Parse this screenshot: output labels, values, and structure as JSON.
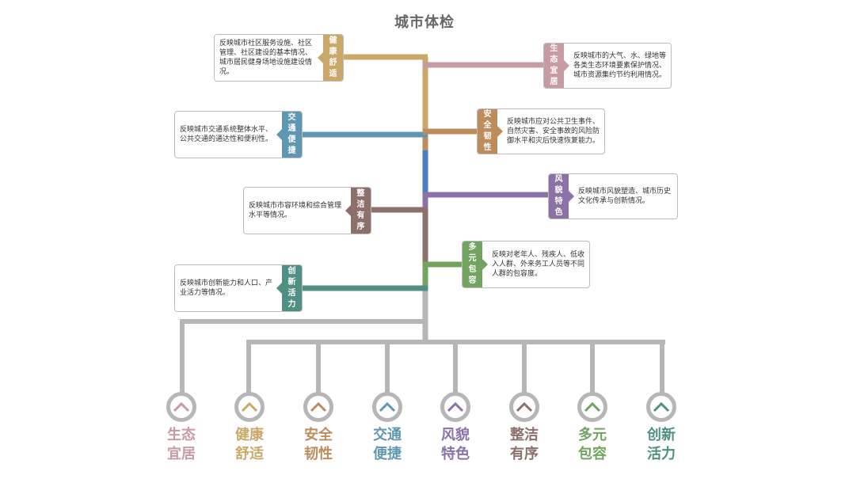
{
  "title": "城市体检",
  "colors": {
    "health": "#c9a86a",
    "ecology": "#c89aa2",
    "safety": "#bd8c5d",
    "transport": "#5f97b3",
    "landscape": "#8b71a5",
    "order": "#8d706a",
    "inclusive": "#72a460",
    "innovation": "#4f8f84",
    "trunk_blue": "#4a7cc5",
    "gray": "#b6b6b6"
  },
  "cards": {
    "health": {
      "tag": "健康舒适",
      "desc": "反映城市社区服务设施、社区管理、社区建设的基本情况、城市居民健身场地设施建设情况。"
    },
    "ecology": {
      "tag": "生态宜居",
      "desc": "反映城市的大气、水、绿地等各类生态环境要素保护情况、城市资源集约节约利用情况。"
    },
    "safety": {
      "tag": "安全韧性",
      "desc": "反映城市应对公共卫生事件、自然灾害、安全事故的风险防御水平和灾后快速恢复能力。"
    },
    "transport": {
      "tag": "交通便捷",
      "desc": "反映城市交通系统整体水平、公共交通的通达性和便利性。"
    },
    "landscape": {
      "tag": "风貌特色",
      "desc": "反映城市风貌塑造、城市历史文化传承与创新情况。"
    },
    "order": {
      "tag": "整洁有序",
      "desc": "反映城市市容环境和综合管理水平等情况。"
    },
    "inclusive": {
      "tag": "多元包容",
      "desc": "反映对老年人、残疾人、低收入人群、外来务工人员等不同人群的包容度。"
    },
    "innovation": {
      "tag": "创新活力",
      "desc": "反映城市创新能力和人口、产业活力等情况。"
    }
  },
  "bottom": [
    {
      "line1": "生态",
      "line2": "宜居",
      "color": "#c89aa2",
      "icon": "chevron-up-icon"
    },
    {
      "line1": "健康",
      "line2": "舒适",
      "color": "#c9a86a",
      "icon": "chevron-up-icon"
    },
    {
      "line1": "安全",
      "line2": "韧性",
      "color": "#bd8c5d",
      "icon": "chevron-up-icon"
    },
    {
      "line1": "交通",
      "line2": "便捷",
      "color": "#5f97b3",
      "icon": "chevron-up-icon"
    },
    {
      "line1": "风貌",
      "line2": "特色",
      "color": "#8b71a5",
      "icon": "chevron-up-icon"
    },
    {
      "line1": "整洁",
      "line2": "有序",
      "color": "#8d706a",
      "icon": "chevron-up-icon"
    },
    {
      "line1": "多元",
      "line2": "包容",
      "color": "#72a460",
      "icon": "chevron-up-icon"
    },
    {
      "line1": "创新",
      "line2": "活力",
      "color": "#4f8f84",
      "icon": "chevron-up-icon"
    }
  ]
}
